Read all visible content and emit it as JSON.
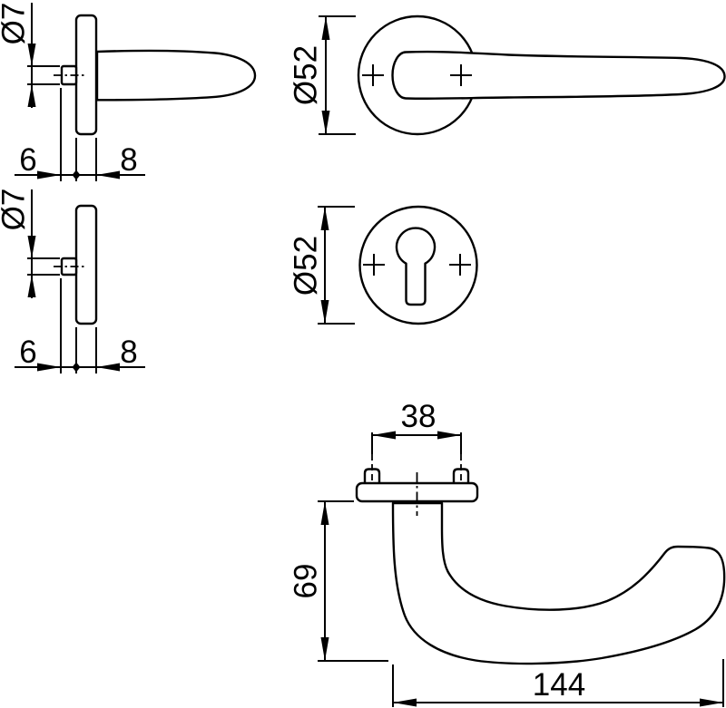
{
  "colors": {
    "line": "#000000",
    "background": "#ffffff"
  },
  "views": {
    "lever_side": {
      "spindle_diameter": "Ø7",
      "projection_front": "6",
      "rose_thickness": "8"
    },
    "lever_front": {
      "rose_diameter": "Ø52"
    },
    "escutcheon_side": {
      "spindle_diameter": "Ø7",
      "projection_front": "6",
      "rose_thickness": "8"
    },
    "escutcheon_front": {
      "rose_diameter": "Ø52"
    },
    "lever_top": {
      "screw_spacing": "38",
      "projection": "69",
      "length": "144"
    }
  }
}
